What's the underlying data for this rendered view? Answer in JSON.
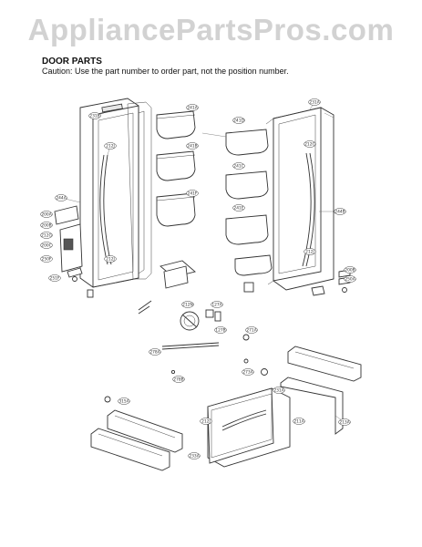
{
  "watermark": "AppliancePartsPros.com",
  "heading": "DOOR PARTS",
  "caution": "Caution: Use the part number to order part, not the position number.",
  "callouts": {
    "c1": "231B",
    "c2": "212J",
    "c3": "244A",
    "c4": "200A",
    "c5": "200B",
    "c6": "212G",
    "c7": "200C",
    "c8": "250F",
    "c9": "251F",
    "c10": "212J",
    "c11": "241A",
    "c12": "241B",
    "c13": "241F",
    "c14": "231A",
    "c15": "212G",
    "c16": "241D",
    "c17": "241C",
    "c18": "244B",
    "c19": "241E",
    "c20": "212J",
    "c21": "200B",
    "c22": "250A",
    "c23": "212N",
    "c24": "127A",
    "c25": "127B",
    "c26": "278A",
    "c27": "278B",
    "c28": "271A",
    "c29": "273A",
    "c30": "315A",
    "c31": "231A",
    "c32": "212J",
    "c33": "211A",
    "c34": "233A",
    "c35": "213A"
  }
}
